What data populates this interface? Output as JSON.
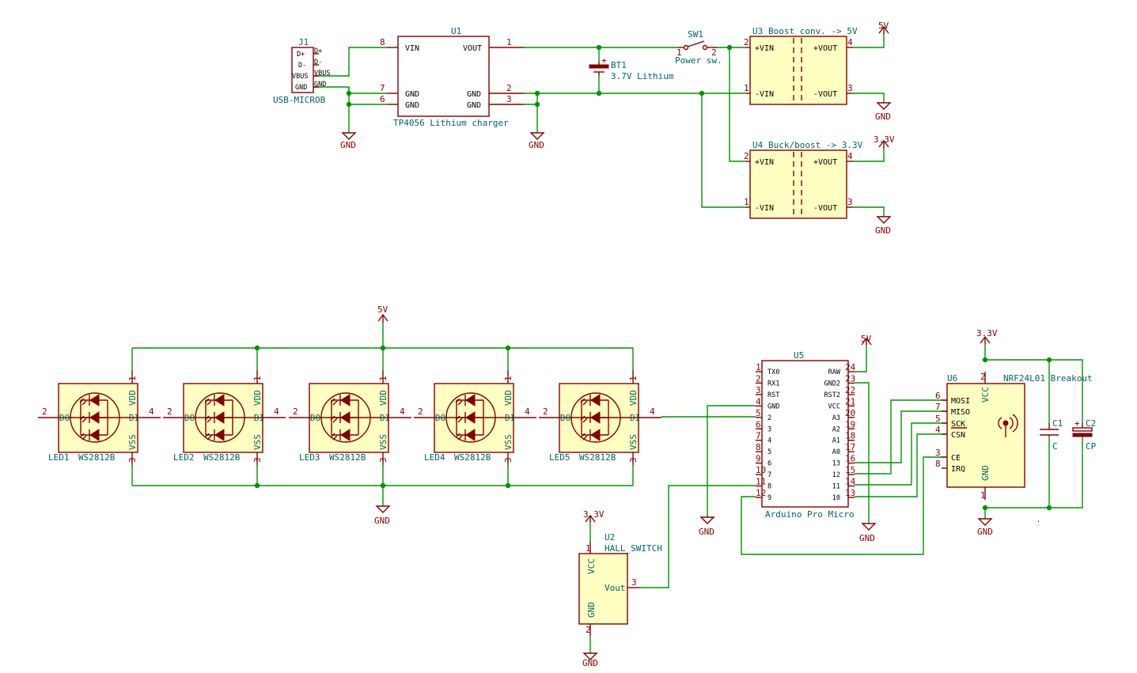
{
  "power": {
    "gnd": "GND",
    "v5": "5V",
    "v33": "3.3V"
  },
  "j1": {
    "ref": "J1",
    "value": "USB-MICROB",
    "pins": [
      "D+",
      "D-",
      "VBUS",
      "GND"
    ],
    "pins_inner": [
      "D+",
      "D-",
      "VBUS",
      "GND"
    ]
  },
  "u1": {
    "ref": "U1",
    "value": "TP4056 Lithium charger",
    "pin_vin": "VIN",
    "pin_vout": "VOUT",
    "pin_gnd": "GND",
    "num_vin": "8",
    "num_gnd7": "7",
    "num_gnd6": "6",
    "num_vout": "1",
    "num_gnd2": "2",
    "num_gnd3": "3"
  },
  "bt1": {
    "ref": "BT1",
    "value": "3.7V Lithium",
    "plus": "+"
  },
  "sw1": {
    "ref": "SW1",
    "value": "Power sw.",
    "p1": "1",
    "p2": "2"
  },
  "u3": {
    "ref": "U3",
    "value": "Boost conv. -> 5V",
    "vin_p": "+VIN",
    "vin_n": "-VIN",
    "vout_p": "+VOUT",
    "vout_n": "-VOUT",
    "n2": "2",
    "n1": "1",
    "n4": "4",
    "n3": "3"
  },
  "u4": {
    "ref": "U4",
    "value": "Buck/boost -> 3.3V",
    "vin_p": "+VIN",
    "vin_n": "-VIN",
    "vout_p": "+VOUT",
    "vout_n": "-VOUT",
    "n2": "2",
    "n1": "1",
    "n4": "4",
    "n3": "3"
  },
  "leds": [
    {
      "ref": "LED1",
      "value": "WS2812B"
    },
    {
      "ref": "LED2",
      "value": "WS2812B"
    },
    {
      "ref": "LED3",
      "value": "WS2812B"
    },
    {
      "ref": "LED4",
      "value": "WS2812B"
    },
    {
      "ref": "LED5",
      "value": "WS2812B"
    }
  ],
  "led_pins": {
    "do": "DO",
    "di": "DI",
    "vdd": "VDD",
    "vss": "VSS",
    "n1": "1",
    "n2": "2",
    "n3": "3",
    "n4": "4"
  },
  "u5": {
    "ref": "U5",
    "value": "Arduino Pro Micro",
    "left": [
      [
        "1",
        "TX0"
      ],
      [
        "2",
        "RX1"
      ],
      [
        "3",
        "RST"
      ],
      [
        "4",
        "GND"
      ],
      [
        "5",
        "2"
      ],
      [
        "6",
        "3"
      ],
      [
        "7",
        "4"
      ],
      [
        "8",
        "5"
      ],
      [
        "9",
        "6"
      ],
      [
        "10",
        "7"
      ],
      [
        "11",
        "8"
      ],
      [
        "12",
        "9"
      ]
    ],
    "right": [
      [
        "24",
        "RAW"
      ],
      [
        "23",
        "GND2"
      ],
      [
        "22",
        "RST2"
      ],
      [
        "21",
        "VCC"
      ],
      [
        "20",
        "A3"
      ],
      [
        "19",
        "A2"
      ],
      [
        "18",
        "A1"
      ],
      [
        "17",
        "A0"
      ],
      [
        "16",
        "13"
      ],
      [
        "15",
        "12"
      ],
      [
        "14",
        "11"
      ],
      [
        "13",
        "10"
      ]
    ]
  },
  "u6": {
    "ref": "U6",
    "value": "NRF24L01 Breakout",
    "pins": [
      [
        "6",
        "MOSI"
      ],
      [
        "7",
        "MISO"
      ],
      [
        "5",
        "SCK"
      ],
      [
        "4",
        "CSN"
      ],
      [
        "3",
        "CE"
      ],
      [
        "8",
        "IRQ"
      ]
    ],
    "vcc": "VCC",
    "gnd": "GND",
    "n2": "2",
    "n1": "1"
  },
  "u2": {
    "ref": "U2",
    "value": "HALL_SWITCH",
    "vcc": "VCC",
    "vout": "Vout",
    "gnd": "GND",
    "n1": "1",
    "n2": "2",
    "n3": "3"
  },
  "c1": {
    "ref": "C1",
    "value": "C"
  },
  "c2": {
    "ref": "C2",
    "value": "CP",
    "plus": "+"
  }
}
